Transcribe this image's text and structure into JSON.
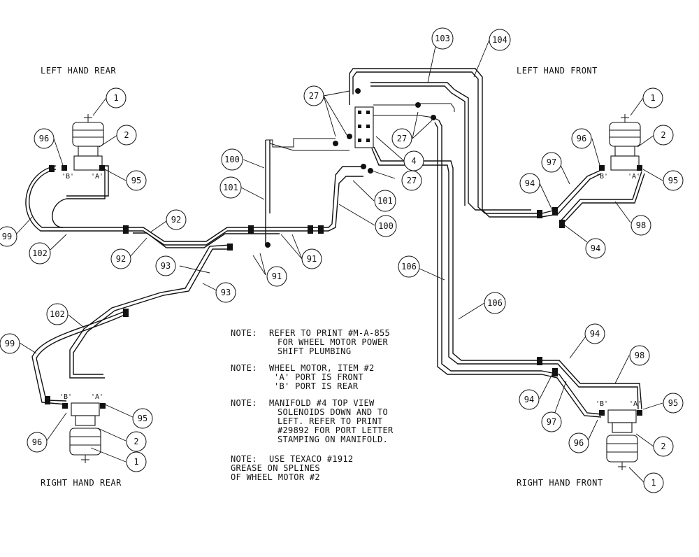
{
  "labels": {
    "left_hand_rear": "LEFT HAND REAR",
    "left_hand_front": "LEFT HAND FRONT",
    "right_hand_rear": "RIGHT HAND REAR",
    "right_hand_front": "RIGHT HAND FRONT"
  },
  "ports": {
    "a": "'A'",
    "b": "'B'"
  },
  "notes": [
    {
      "label": "NOTE:",
      "lines": [
        "REFER TO PRINT #M-A-855",
        "FOR WHEEL MOTOR POWER",
        "SHIFT PLUMBING"
      ]
    },
    {
      "label": "NOTE:",
      "lines": [
        "WHEEL MOTOR, ITEM #2",
        "'A' PORT IS FRONT",
        "'B' PORT IS REAR"
      ]
    },
    {
      "label": "NOTE:",
      "lines": [
        "MANIFOLD #4 TOP VIEW",
        "SOLENOIDS DOWN AND TO",
        "LEFT. REFER TO PRINT",
        "#29892 FOR PORT LETTER",
        "STAMPING ON MANIFOLD."
      ]
    },
    {
      "label": "NOTE:",
      "lines": [
        "USE TEXACO #1912",
        "GREASE ON SPLINES",
        "OF WHEEL MOTOR #2"
      ]
    }
  ],
  "callouts": {
    "lhr_1": "1",
    "lhr_2": "2",
    "lhr_96": "96",
    "lhr_95": "95",
    "lhr_99": "99",
    "lhr_102": "102",
    "c92a": "92",
    "c92b": "92",
    "c93a": "93",
    "c93b": "93",
    "c91a": "91",
    "c91b": "91",
    "c100a": "100",
    "c101a": "101",
    "c101b": "101",
    "c100b": "100",
    "c27a": "27",
    "c27b": "27",
    "c27c": "27",
    "c4": "4",
    "c103": "103",
    "c104": "104",
    "lhf_1": "1",
    "lhf_2": "2",
    "lhf_96": "96",
    "lhf_95": "95",
    "lhf_97": "97",
    "lhf_94a": "94",
    "lhf_94b": "94",
    "lhf_98": "98",
    "c106a": "106",
    "c106b": "106",
    "rhr_102": "102",
    "rhr_99": "99",
    "rhr_96": "96",
    "rhr_95": "95",
    "rhr_2": "2",
    "rhr_1": "1",
    "rhf_94a": "94",
    "rhf_94b": "94",
    "rhf_98": "98",
    "rhf_95": "95",
    "rhf_97": "97",
    "rhf_96": "96",
    "rhf_2": "2",
    "rhf_1": "1"
  }
}
